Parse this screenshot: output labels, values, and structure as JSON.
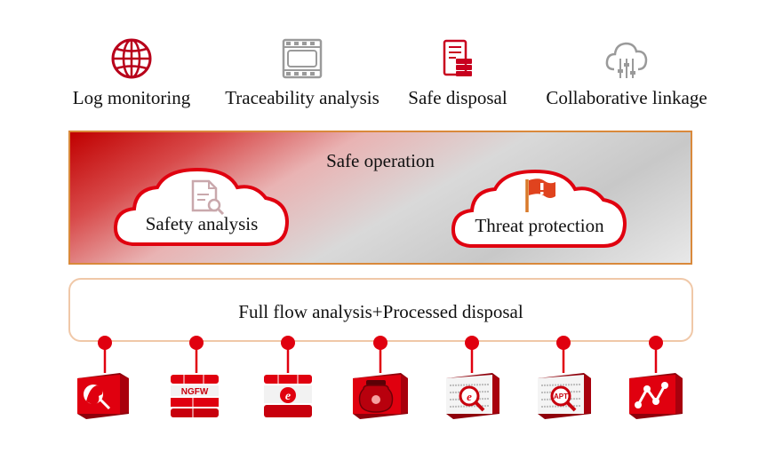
{
  "top_items": [
    {
      "label": "Log monitoring",
      "icon": "globe-icon"
    },
    {
      "label": "Traceability analysis",
      "icon": "film-strip-icon"
    },
    {
      "label": "Safe disposal",
      "icon": "server-document-icon"
    },
    {
      "label": "Collaborative linkage",
      "icon": "cloud-sliders-icon"
    }
  ],
  "safe_operation": {
    "title": "Safe operation",
    "clouds": [
      {
        "label": "Safety analysis",
        "icon": "document-search-icon"
      },
      {
        "label": "Threat protection",
        "icon": "flag-alert-icon"
      }
    ]
  },
  "flow": {
    "title": "Full flow analysis+Processed disposal"
  },
  "devices": [
    {
      "icon": "horse-device-icon"
    },
    {
      "icon": "ngfw-firewall-icon",
      "text": "NGFW"
    },
    {
      "icon": "web-firewall-icon",
      "text": "e"
    },
    {
      "icon": "honeypot-device-icon"
    },
    {
      "icon": "web-inspection-device-icon",
      "text": "e"
    },
    {
      "icon": "apt-detection-device-icon",
      "text": "APT"
    },
    {
      "icon": "network-link-device-icon"
    }
  ],
  "colors": {
    "accent_red": "#e0000f",
    "border_orange": "#d9893b",
    "flow_border": "#f0c8a8",
    "icon_gray": "#9a9a9a"
  }
}
